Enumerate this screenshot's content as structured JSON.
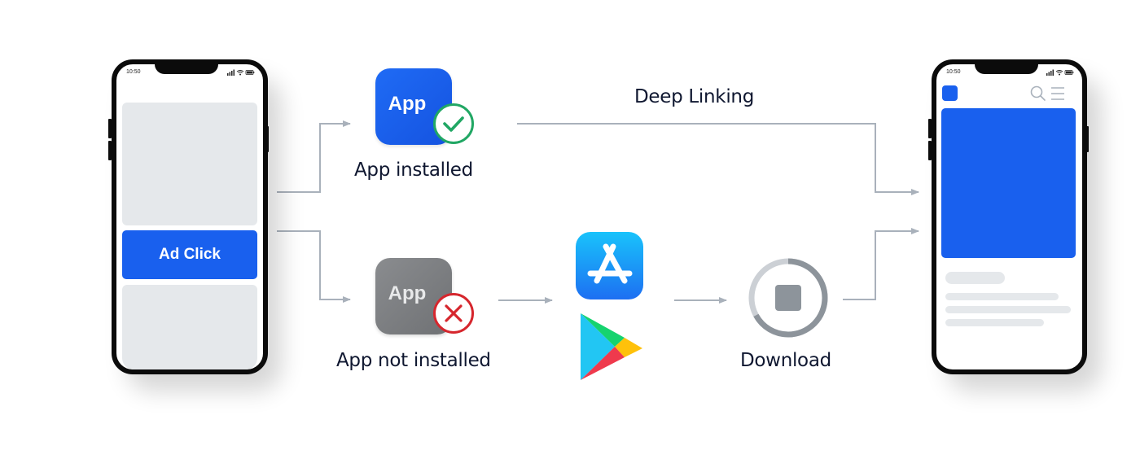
{
  "diagram": {
    "source_phone": {
      "status_time": "10:50",
      "status_icons": "signal wifi battery",
      "ad_button_label": "Ad Click"
    },
    "branch_installed": {
      "icon_label": "App",
      "badge": "check-icon",
      "caption": "App installed",
      "link_label": "Deep Linking"
    },
    "branch_not_installed": {
      "icon_label": "App",
      "badge": "cross-icon",
      "caption": "App not installed",
      "stores": [
        "app-store-icon",
        "google-play-icon"
      ],
      "download_label": "Download",
      "download_progress": 0.67
    },
    "target_phone": {
      "status_time": "10:50",
      "status_icons": "signal wifi battery",
      "header_icons": [
        "app-logo",
        "search-icon",
        "menu-icon"
      ]
    },
    "colors": {
      "brand_blue": "#1960ee",
      "success_green": "#21a764",
      "error_red": "#d6262d",
      "connector_gray": "#a9b1bb",
      "placeholder_gray": "#e5e8eb",
      "text_dark": "#0f1730"
    }
  }
}
